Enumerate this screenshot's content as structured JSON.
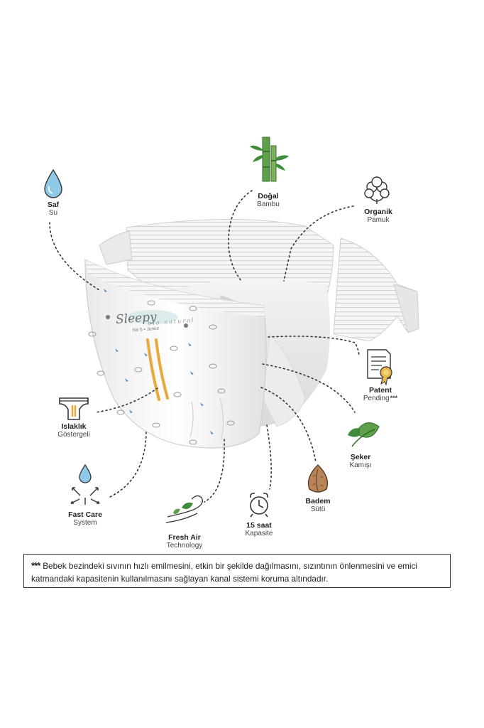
{
  "features": {
    "saf": {
      "title": "Saf",
      "subtitle": "Su",
      "icon": "water-drop-icon"
    },
    "dogal": {
      "title": "Doğal",
      "subtitle": "Bambu",
      "icon": "bamboo-icon"
    },
    "organik": {
      "title": "Organik",
      "subtitle": "Pamuk",
      "icon": "cotton-icon"
    },
    "patent": {
      "title": "Patent",
      "subtitle": "Pending",
      "marker": "***",
      "icon": "certificate-icon"
    },
    "seker": {
      "title": "Şeker",
      "subtitle": "Kamışı",
      "icon": "leaf-icon"
    },
    "badem": {
      "title": "Badem",
      "subtitle": "Sütü",
      "icon": "almond-icon"
    },
    "saat": {
      "title": "15 saat",
      "subtitle": "Kapasite",
      "icon": "alarm-clock-icon"
    },
    "freshair": {
      "title": "Fresh Air",
      "subtitle": "Technology",
      "icon": "fresh-air-icon"
    },
    "fastcare": {
      "title": "Fast Care",
      "subtitle": "System",
      "icon": "fast-care-icon"
    },
    "islaklik": {
      "title": "Islaklık",
      "subtitle": "Göstergeli",
      "icon": "diaper-indicator-icon"
    }
  },
  "product": {
    "brand": "Sleepy",
    "line": "bio natural",
    "size_label": "No 5 • Junior"
  },
  "note": {
    "marker": "***",
    "text": "Bebek bezindeki sıvının hızlı emilmesini, etkin bir şekilde dağılmasını, sızıntının önlenmesini ve emici katmandaki kapasitenin kullanılmasını sağlayan kanal sistemi koruma altındadır."
  },
  "colors": {
    "accent_green": "#3f8d3a",
    "drop_blue": "#8ec9e8",
    "indicator_orange": "#e8a93a",
    "line": "#333333"
  }
}
